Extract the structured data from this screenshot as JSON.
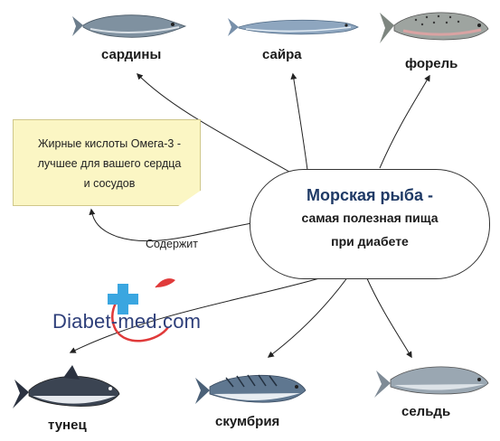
{
  "fish": {
    "sardines": "сардины",
    "saury": "сайра",
    "trout": "форель",
    "tuna": "тунец",
    "mackerel": "скумбрия",
    "herring": "сельдь"
  },
  "note": {
    "line1": "Жирные кислоты Омега-3 -",
    "line2": "лучшее для вашего сердца",
    "line3": "и сосудов"
  },
  "main": {
    "title": "Морская рыба",
    "dash": " -",
    "line2": "самая полезная пища",
    "line3": "при диабете"
  },
  "link": {
    "contains": "Содержит"
  },
  "logo": {
    "text": "Diabet-med.com",
    "cross_color": "#e03a3a"
  },
  "colors": {
    "main_title": "#1f3a66",
    "note_bg": "#fbf6c4",
    "logo_text": "#2e3f7a"
  }
}
